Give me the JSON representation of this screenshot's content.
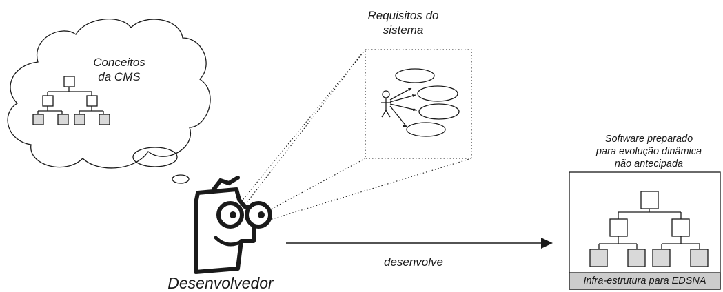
{
  "cloud_title_line1": "Conceitos",
  "cloud_title_line2": "da CMS",
  "requirements_title_line1": "Requisitos do",
  "requirements_title_line2": "sistema",
  "software_title_line1": "Software preparado",
  "software_title_line2": "para evolução dinâmica",
  "software_title_line3": "não antecipada",
  "infrastructure_label": "Infra-estrutura para EDSNA",
  "arrow_label": "desenvolve",
  "developer_label": "Desenvolvedor",
  "icons": [
    "developer-character-icon",
    "actor-stick-figure-icon"
  ],
  "colors": {
    "line": "#1a1a1a",
    "leaf_fill": "#d9d9d9",
    "infra_bar": "#cccccc"
  }
}
